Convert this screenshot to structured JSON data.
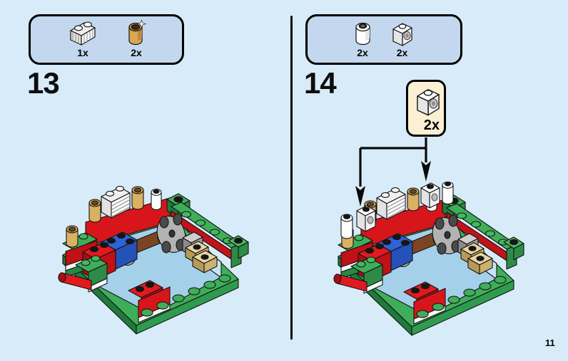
{
  "page": {
    "number": "11"
  },
  "colors": {
    "background": "#D8EBF8",
    "parts_box_fill": "#C3D8EE",
    "callout_fill": "#FBF0D3",
    "outline": "#000000",
    "lego_green": "#3FAE5A",
    "lego_red": "#D7161C",
    "lego_blue": "#2F63D6",
    "lego_tan": "#D9B163",
    "floor_blue": "#A5D0EA"
  },
  "steps": [
    {
      "number": "13",
      "parts": [
        {
          "id": "grille-brick-1x2-white",
          "count": "1x",
          "is_new": false
        },
        {
          "id": "round-brick-1x1-tan",
          "count": "2x",
          "is_new": true
        }
      ]
    },
    {
      "number": "14",
      "parts": [
        {
          "id": "round-brick-1x1-white",
          "count": "2x"
        },
        {
          "id": "headlight-brick-1x1-white",
          "count": "2x"
        }
      ],
      "callout": {
        "count": "2x",
        "part_id": "headlight-brick-1x1-white"
      }
    }
  ]
}
